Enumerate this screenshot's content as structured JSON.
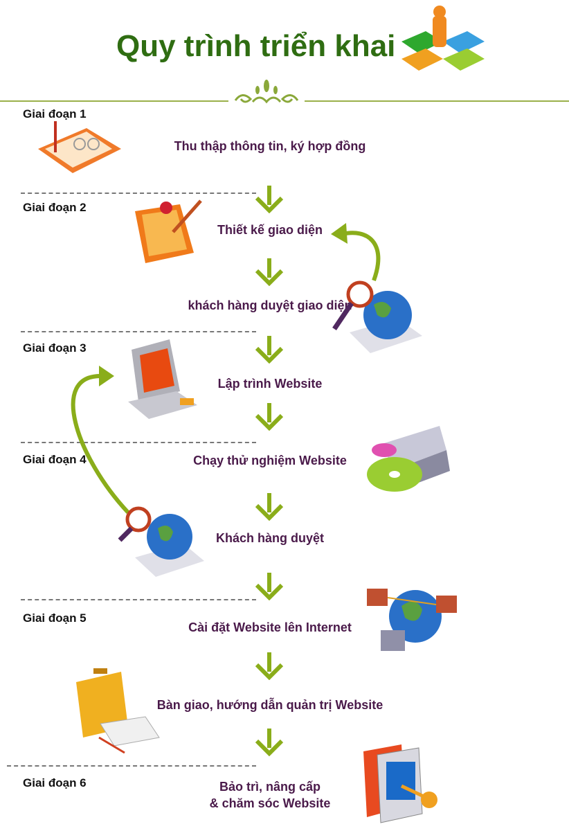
{
  "title": "Quy trình triển khai",
  "colors": {
    "title": "#2f6d12",
    "step_text": "#4a1a4a",
    "arrow": "#8aad1a"
  },
  "stages": [
    "Giai đoạn 1",
    "Giai đoạn 2",
    "Giai đoạn 3",
    "Giai đoạn 4",
    "Giai đoạn 5",
    "Giai đoạn 6"
  ],
  "steps": [
    "Thu thập thông tin, ký hợp đồng",
    "Thiết kế giao diện",
    "khách hàng duyệt giao diện",
    "Lập trình Website",
    "Chạy thử nghiệm Website",
    "Khách hàng duyệt",
    "Cài đặt Website lên Internet",
    "Bàn giao, hướng dẫn quản trị Website",
    "Bảo trì, nâng cấp",
    "& chăm sóc Website"
  ]
}
